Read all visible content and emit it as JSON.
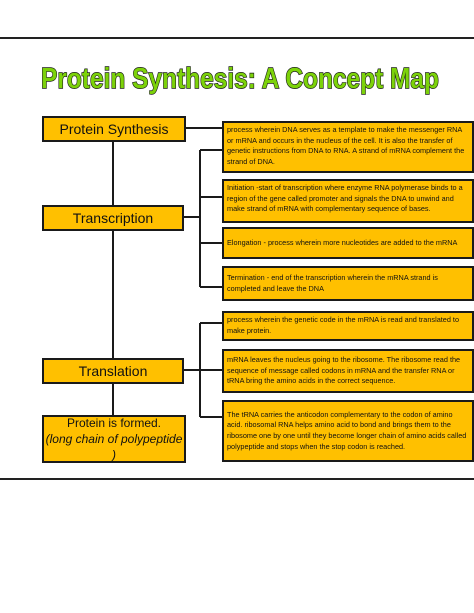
{
  "title": "Protein Synthesis: A Concept Map",
  "colors": {
    "box_fill": "#FFC000",
    "title_fill": "#7CD20A",
    "title_stroke": "#1a1a1a",
    "border": "#1a1a1a"
  },
  "nodes": {
    "main": "Protein Synthesis",
    "transcription": "Transcription",
    "translation": "Translation",
    "outcome": {
      "line1": "Protein is formed.",
      "line2": "(long chain of polypeptide )"
    }
  },
  "descriptions": {
    "protein_synthesis": "process wherein DNA serves as a template to make the messenger RNA or mRNA and occurs in the nucleus of the cell.  It is also the transfer of genetic instructions from DNA to RNA. A strand of mRNA complement the strand of DNA.",
    "initiation": "Initiation -start of transcription where enzyme RNA polymerase binds to a region of the gene called promoter and signals the DNA to unwind and make strand of mRNA with complementary sequence of bases.",
    "elongation": "Elongation - process wherein more nucleotides are added to the mRNA",
    "termination": "Termination - end of the transcription wherein the mRNA strand is completed and leave the DNA",
    "translation_def": "process wherein the genetic code in the mRNA is read and translated to make protein.",
    "mrna_ribosome": "mRNA leaves the nucleus going to the ribosome. The ribosome read the sequence of message called codons in mRNA and the transfer RNA or tRNA bring the amino acids in the correct sequence.",
    "trna": "The tRNA carries the anticodon complementary to the codon of amino acid. ribosomal RNA helps amino acid to bond and brings them to the ribosome one by one until they become longer chain of amino acids called polypeptide and stops when the stop codon is reached."
  }
}
